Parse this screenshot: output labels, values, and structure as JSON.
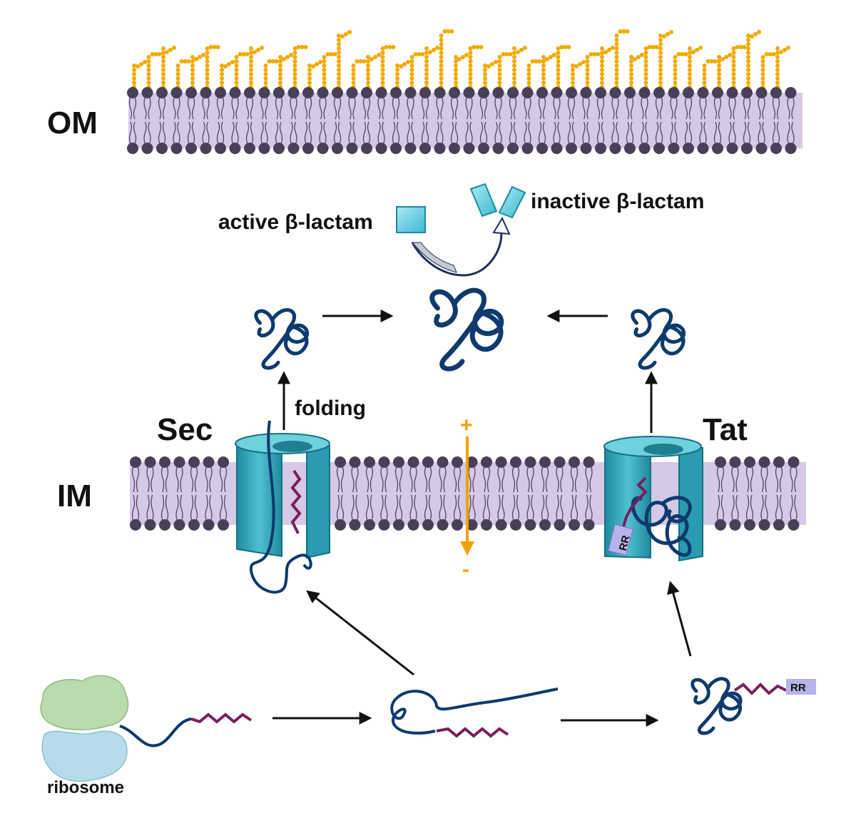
{
  "membranes": {
    "outer": {
      "label": "OM"
    },
    "inner": {
      "label": "IM"
    }
  },
  "antibiotic": {
    "active_label": "active β-lactam",
    "inactive_label": "inactive β-lactam"
  },
  "pathways": {
    "sec": {
      "label": "Sec",
      "step_label": "folding"
    },
    "tat": {
      "label": "Tat",
      "signal_label": "RR"
    }
  },
  "cytoplasm": {
    "ribosome_label": "ribosome",
    "tat_signal_label": "RR"
  },
  "membrane_potential": {
    "positive": "+",
    "negative": "-"
  },
  "colors": {
    "bilayer_fill": "#d6c8e6",
    "lipid_head": "#4a3f58",
    "lps": "#f2a900",
    "channel": "#2a9bb0",
    "protein_chain": "#0e3a6e",
    "signal_peptide": "#7a1e5c",
    "potential_arrow": "#f2a200",
    "beta_lactam": "#7ed3e6"
  }
}
